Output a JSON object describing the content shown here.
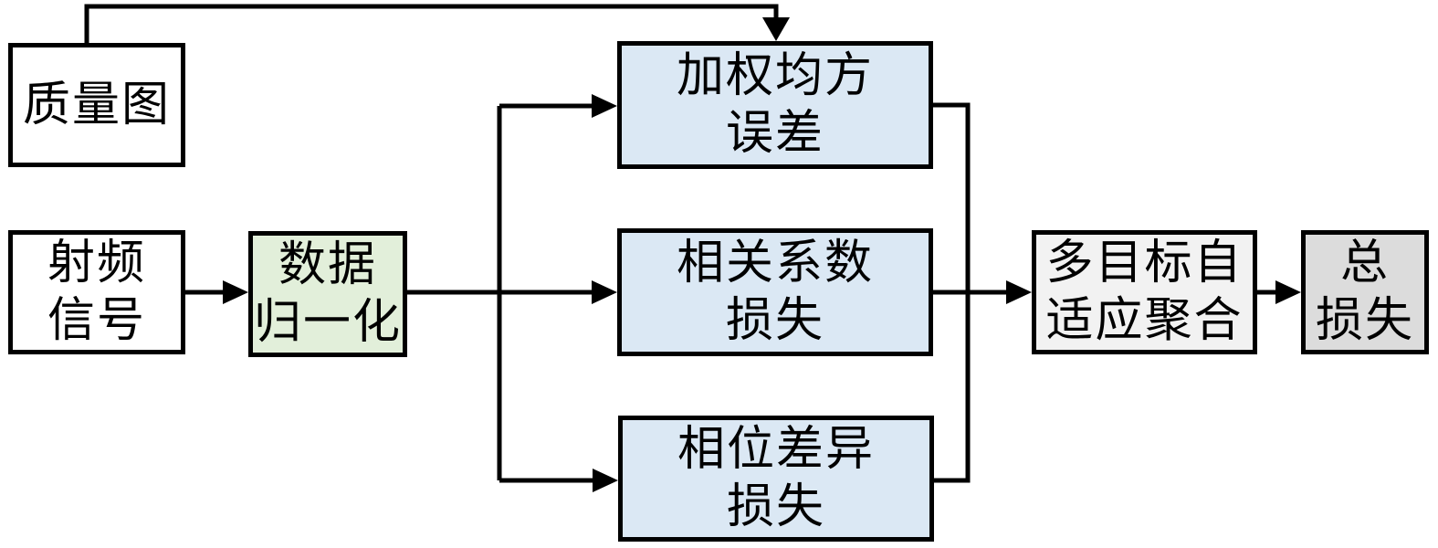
{
  "diagram": {
    "type": "flowchart",
    "nodes": {
      "quality_map": {
        "lines": [
          "质量图"
        ],
        "fill": "#ffffff"
      },
      "rf_signal": {
        "lines": [
          "射频",
          "信号"
        ],
        "fill": "#ffffff"
      },
      "data_normalization": {
        "lines": [
          "数据",
          "归一化"
        ],
        "fill": "#e2efda"
      },
      "weighted_mse": {
        "lines": [
          "加权均方",
          "误差"
        ],
        "fill": "#dbe8f4"
      },
      "correlation_loss": {
        "lines": [
          "相关系数",
          "损失"
        ],
        "fill": "#dbe8f4"
      },
      "phase_diff_loss": {
        "lines": [
          "相位差异",
          "损失"
        ],
        "fill": "#dbe8f4"
      },
      "adaptive_aggregation": {
        "lines": [
          "多目标自",
          "适应聚合"
        ],
        "fill": "#f2f2f2"
      },
      "total_loss": {
        "lines": [
          "总",
          "损失"
        ],
        "fill": "#dcdcdc"
      }
    },
    "edges": [
      "quality_map -> weighted_mse",
      "rf_signal -> data_normalization",
      "data_normalization -> weighted_mse",
      "data_normalization -> correlation_loss",
      "data_normalization -> phase_diff_loss",
      "weighted_mse -> adaptive_aggregation",
      "correlation_loss -> adaptive_aggregation",
      "phase_diff_loss -> adaptive_aggregation",
      "adaptive_aggregation -> total_loss"
    ],
    "colors": {
      "border": "#000000",
      "connector": "#000000",
      "text": "#000000",
      "background": "#ffffff"
    }
  }
}
